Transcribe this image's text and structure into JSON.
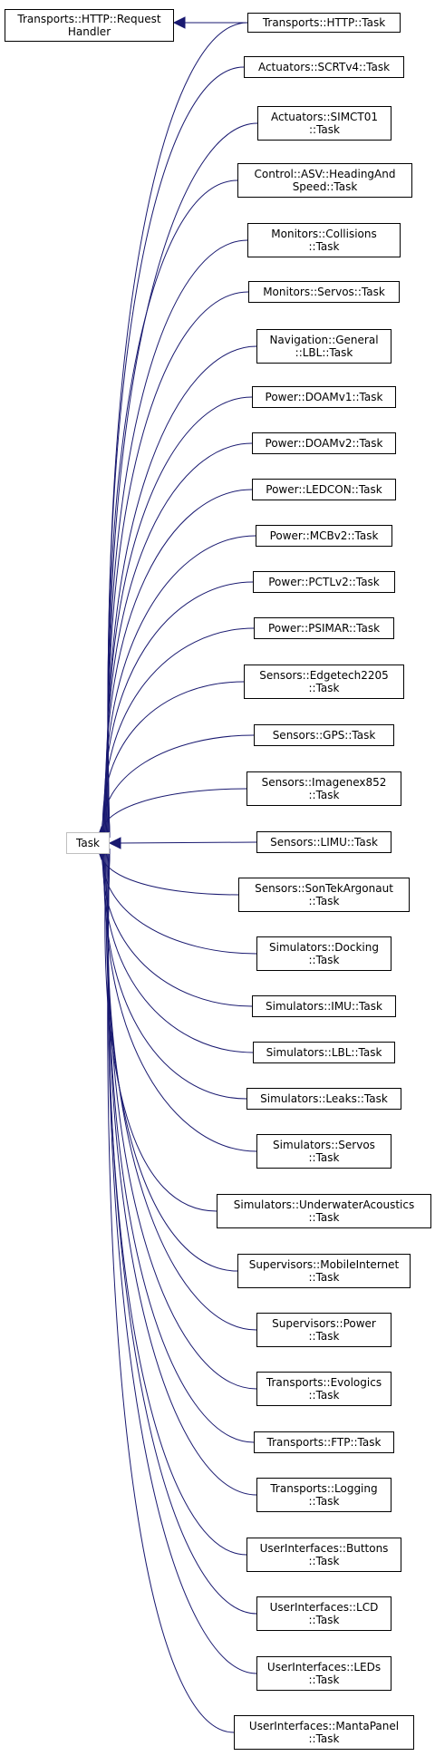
{
  "colors": {
    "edge": "#191970",
    "node_border": "#000000",
    "focus_border": "#bfbfbf"
  },
  "base": {
    "line1": "Transports::HTTP::Request",
    "line2": "Handler"
  },
  "center": {
    "label": "Task"
  },
  "children": [
    {
      "l1": "Transports::HTTP::Task",
      "l2": ""
    },
    {
      "l1": "Actuators::SCRTv4::Task",
      "l2": ""
    },
    {
      "l1": "Actuators::SIMCT01",
      "l2": "::Task"
    },
    {
      "l1": "Control::ASV::HeadingAnd",
      "l2": "Speed::Task"
    },
    {
      "l1": "Monitors::Collisions",
      "l2": "::Task"
    },
    {
      "l1": "Monitors::Servos::Task",
      "l2": ""
    },
    {
      "l1": "Navigation::General",
      "l2": "::LBL::Task"
    },
    {
      "l1": "Power::DOAMv1::Task",
      "l2": ""
    },
    {
      "l1": "Power::DOAMv2::Task",
      "l2": ""
    },
    {
      "l1": "Power::LEDCON::Task",
      "l2": ""
    },
    {
      "l1": "Power::MCBv2::Task",
      "l2": ""
    },
    {
      "l1": "Power::PCTLv2::Task",
      "l2": ""
    },
    {
      "l1": "Power::PSIMAR::Task",
      "l2": ""
    },
    {
      "l1": "Sensors::Edgetech2205",
      "l2": "::Task"
    },
    {
      "l1": "Sensors::GPS::Task",
      "l2": ""
    },
    {
      "l1": "Sensors::Imagenex852",
      "l2": "::Task"
    },
    {
      "l1": "Sensors::LIMU::Task",
      "l2": ""
    },
    {
      "l1": "Sensors::SonTekArgonaut",
      "l2": "::Task"
    },
    {
      "l1": "Simulators::Docking",
      "l2": "::Task"
    },
    {
      "l1": "Simulators::IMU::Task",
      "l2": ""
    },
    {
      "l1": "Simulators::LBL::Task",
      "l2": ""
    },
    {
      "l1": "Simulators::Leaks::Task",
      "l2": ""
    },
    {
      "l1": "Simulators::Servos",
      "l2": "::Task"
    },
    {
      "l1": "Simulators::UnderwaterAcoustics",
      "l2": "::Task"
    },
    {
      "l1": "Supervisors::MobileInternet",
      "l2": "::Task"
    },
    {
      "l1": "Supervisors::Power",
      "l2": "::Task"
    },
    {
      "l1": "Transports::Evologics",
      "l2": "::Task"
    },
    {
      "l1": "Transports::FTP::Task",
      "l2": ""
    },
    {
      "l1": "Transports::Logging",
      "l2": "::Task"
    },
    {
      "l1": "UserInterfaces::Buttons",
      "l2": "::Task"
    },
    {
      "l1": "UserInterfaces::LCD",
      "l2": "::Task"
    },
    {
      "l1": "UserInterfaces::LEDs",
      "l2": "::Task"
    },
    {
      "l1": "UserInterfaces::MantaPanel",
      "l2": "::Task"
    }
  ]
}
